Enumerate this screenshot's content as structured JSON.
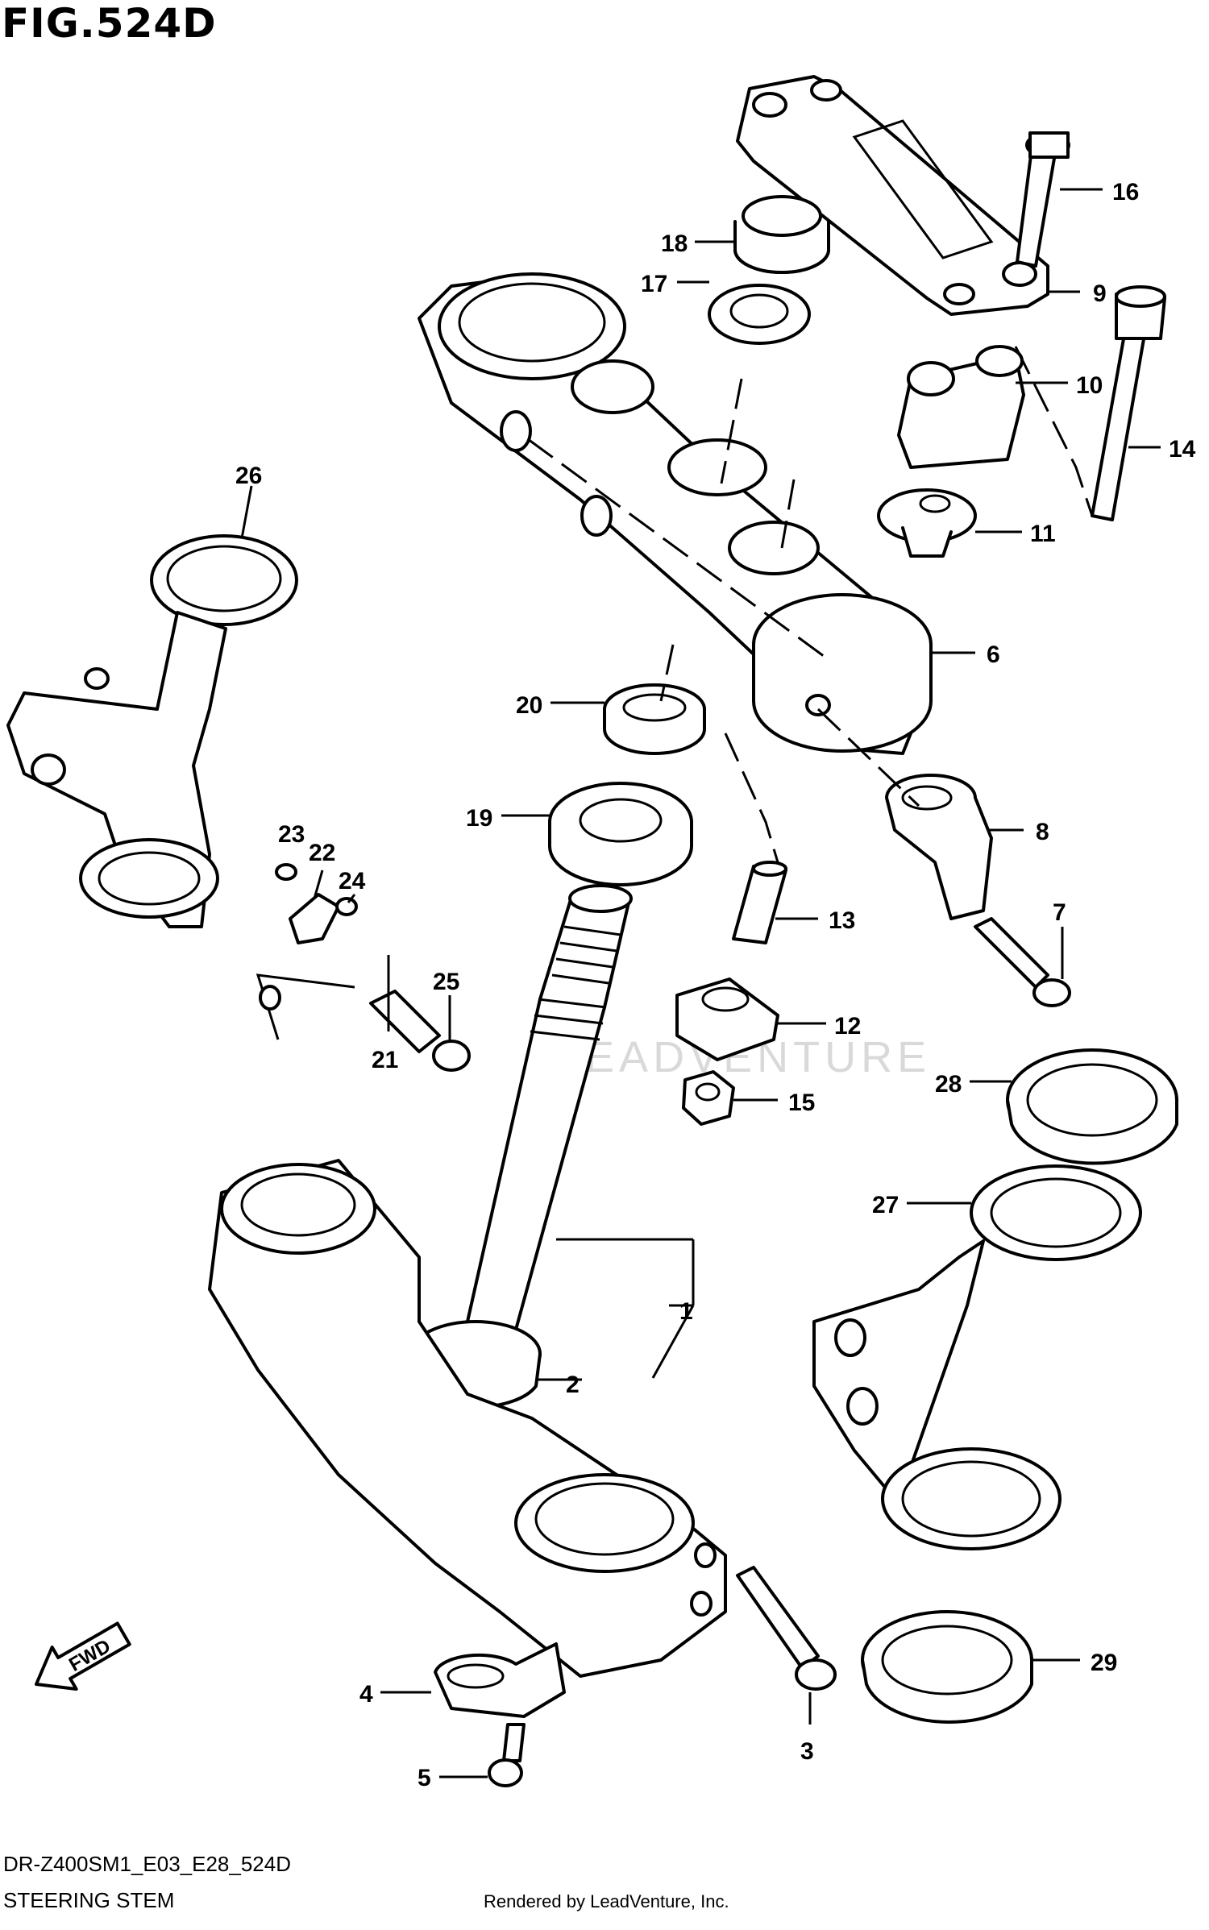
{
  "figure_title": "FIG.524D",
  "model_code": "DR-Z400SM1_E03_E28_524D",
  "section_title": "STEERING STEM",
  "render_credit": "Rendered by LeadVenture, Inc.",
  "watermark": "LEADVENTURE",
  "fwd_label": "FWD",
  "callouts": [
    "1",
    "2",
    "3",
    "4",
    "5",
    "6",
    "7",
    "8",
    "9",
    "10",
    "11",
    "12",
    "13",
    "14",
    "15",
    "16",
    "17",
    "18",
    "19",
    "20",
    "21",
    "22",
    "23",
    "24",
    "25",
    "26",
    "27",
    "28",
    "29"
  ]
}
